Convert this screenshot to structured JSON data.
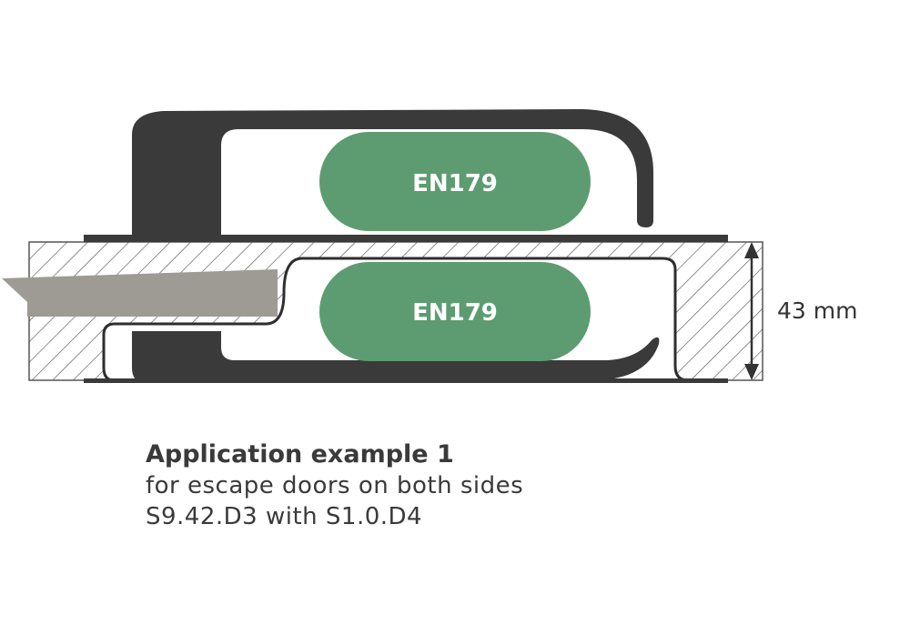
{
  "diagram": {
    "top_badge": "EN179",
    "bottom_badge": "EN179",
    "dimension": "43 mm",
    "colors": {
      "handle": "#3a3a3a",
      "badge": "#5d9c70",
      "badge_text": "#ffffff",
      "rod": "#9e9a94",
      "hatch": "#555555"
    }
  },
  "caption": {
    "title": "Application example 1",
    "line1": "for escape doors on both sides",
    "line2": "S9.42.D3 with S1.0.D4"
  }
}
